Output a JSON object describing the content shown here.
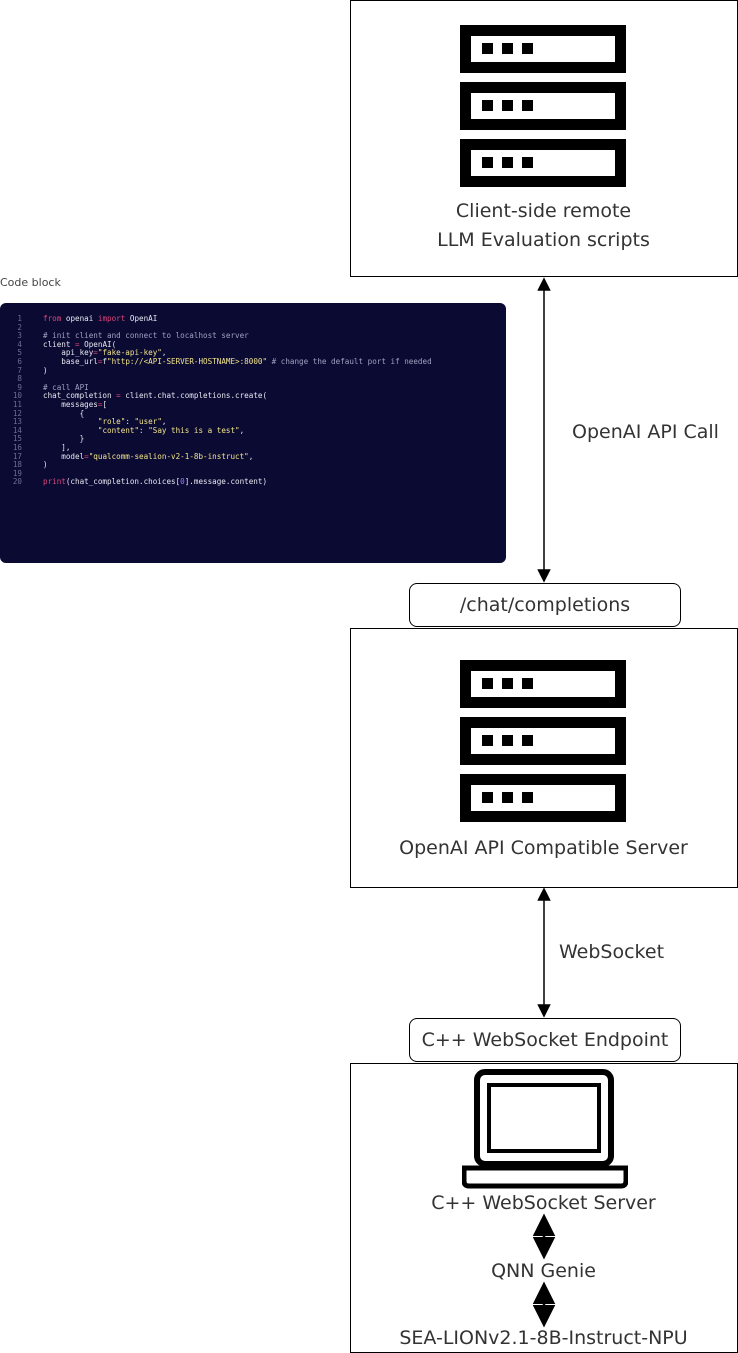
{
  "code_block": {
    "caption": "Code block",
    "lines": [
      {
        "n": "1",
        "t": "from openai import OpenAI"
      },
      {
        "n": "2",
        "t": ""
      },
      {
        "n": "3",
        "t": "# init client and connect to localhost server"
      },
      {
        "n": "4",
        "t": "client = OpenAI("
      },
      {
        "n": "5",
        "t": "    api_key=\"fake-api-key\","
      },
      {
        "n": "6",
        "t": "    base_url=f\"http://<API-SERVER-HOSTNAME>:8000\" # change the default port if needed"
      },
      {
        "n": "7",
        "t": ")"
      },
      {
        "n": "8",
        "t": ""
      },
      {
        "n": "9",
        "t": "# call API"
      },
      {
        "n": "10",
        "t": "chat_completion = client.chat.completions.create("
      },
      {
        "n": "11",
        "t": "    messages=["
      },
      {
        "n": "12",
        "t": "        {"
      },
      {
        "n": "13",
        "t": "            \"role\": \"user\","
      },
      {
        "n": "14",
        "t": "            \"content\": \"Say this is a test\","
      },
      {
        "n": "15",
        "t": "        }"
      },
      {
        "n": "16",
        "t": "    ],"
      },
      {
        "n": "17",
        "t": "    model=\"qualcomm-sealion-v2-1-8b-instruct\","
      },
      {
        "n": "18",
        "t": ")"
      },
      {
        "n": "19",
        "t": ""
      },
      {
        "n": "20",
        "t": "print(chat_completion.choices[0].message.content)"
      }
    ]
  },
  "nodes": {
    "client_box": {
      "line1": "Client-side remote",
      "line2": "LLM Evaluation scripts"
    },
    "server_box": {
      "label": "OpenAI API Compatible Server"
    },
    "device_box": {
      "ws_server": "C++ WebSocket Server",
      "qnn": "QNN Genie",
      "model": "SEA-LIONv2.1-8B-Instruct-NPU"
    }
  },
  "endpoints": {
    "chat": "/chat/completions",
    "ws": "C++ WebSocket Endpoint"
  },
  "edges": {
    "api_call": "OpenAI API Call",
    "websocket": "WebSocket"
  },
  "colors": {
    "code_bg": "#0b0a33",
    "keyword": "#e0457b",
    "string": "#f2e58a",
    "stroke": "#000000"
  }
}
